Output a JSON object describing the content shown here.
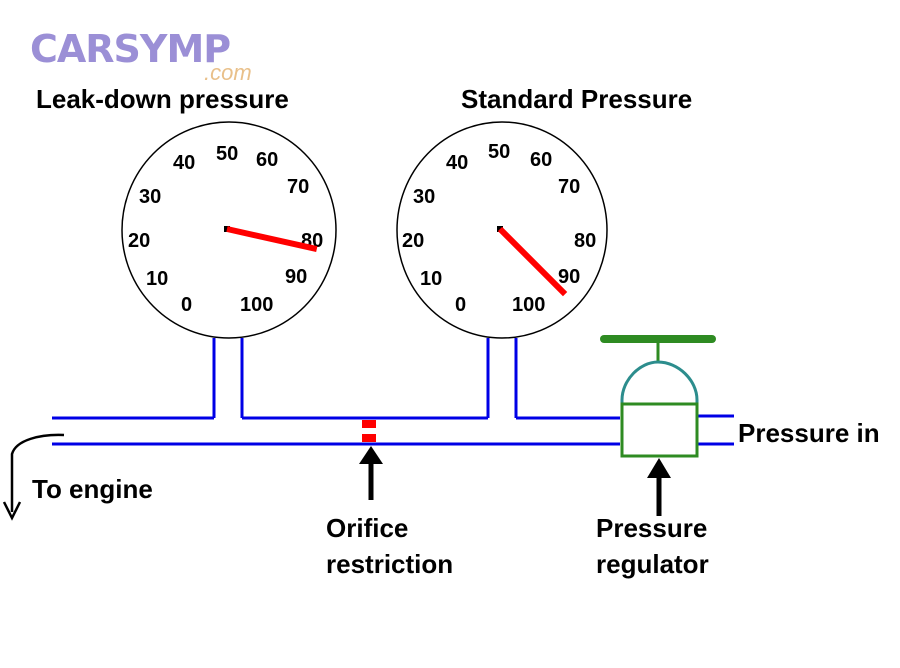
{
  "logo": {
    "main": "CARSYMP",
    "sub": ".com"
  },
  "gauges": [
    {
      "title": "Leak-down pressure",
      "ticks": [
        "0",
        "10",
        "20",
        "30",
        "40",
        "50",
        "60",
        "70",
        "80",
        "90",
        "100"
      ],
      "needle_value": 88
    },
    {
      "title": "Standard Pressure",
      "ticks": [
        "0",
        "10",
        "20",
        "30",
        "40",
        "50",
        "60",
        "70",
        "80",
        "90",
        "100"
      ],
      "needle_value": 100
    }
  ],
  "labels": {
    "pressure_in": "Pressure in",
    "to_engine": "To engine",
    "orifice_line1": "Orifice",
    "orifice_line2": "restriction",
    "regulator_line1": "Pressure",
    "regulator_line2": "regulator"
  },
  "colors": {
    "pipe": "#0000e6",
    "needle": "#ff0000",
    "orifice": "#ff0000",
    "regulator": "#2e8b22",
    "regulator_top": "#2c8d8d",
    "logo_main": "#9b8fd6",
    "logo_sub": "#e9c08a"
  }
}
